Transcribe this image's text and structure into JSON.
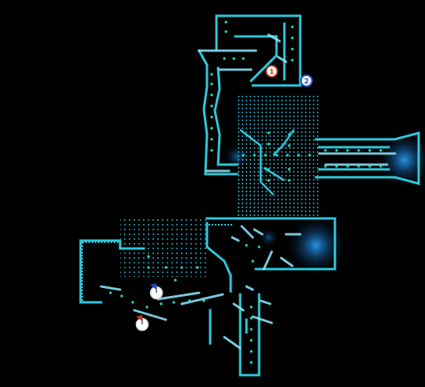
{
  "map": {
    "colors": {
      "background": "#000000",
      "wall": "#2ec8dc",
      "wall_bright": "#7ff0ff",
      "grid": "#1f9fb4",
      "node": "#1ee6c0",
      "glow": "#1a8fd6",
      "marker_red": "#c0392b",
      "marker_blue": "#1f4fd0",
      "marker_fill": "#ffffff"
    },
    "markers": [
      {
        "label": "1",
        "kind": "numbered-waypoint",
        "color": "#c0392b"
      },
      {
        "label": "2",
        "kind": "numbered-waypoint",
        "color": "#1f4fd0"
      }
    ],
    "player_markers": [
      {
        "kind": "blue-flag",
        "color": "#1f4fd0"
      },
      {
        "kind": "red-flag",
        "color": "#c0392b"
      }
    ]
  }
}
